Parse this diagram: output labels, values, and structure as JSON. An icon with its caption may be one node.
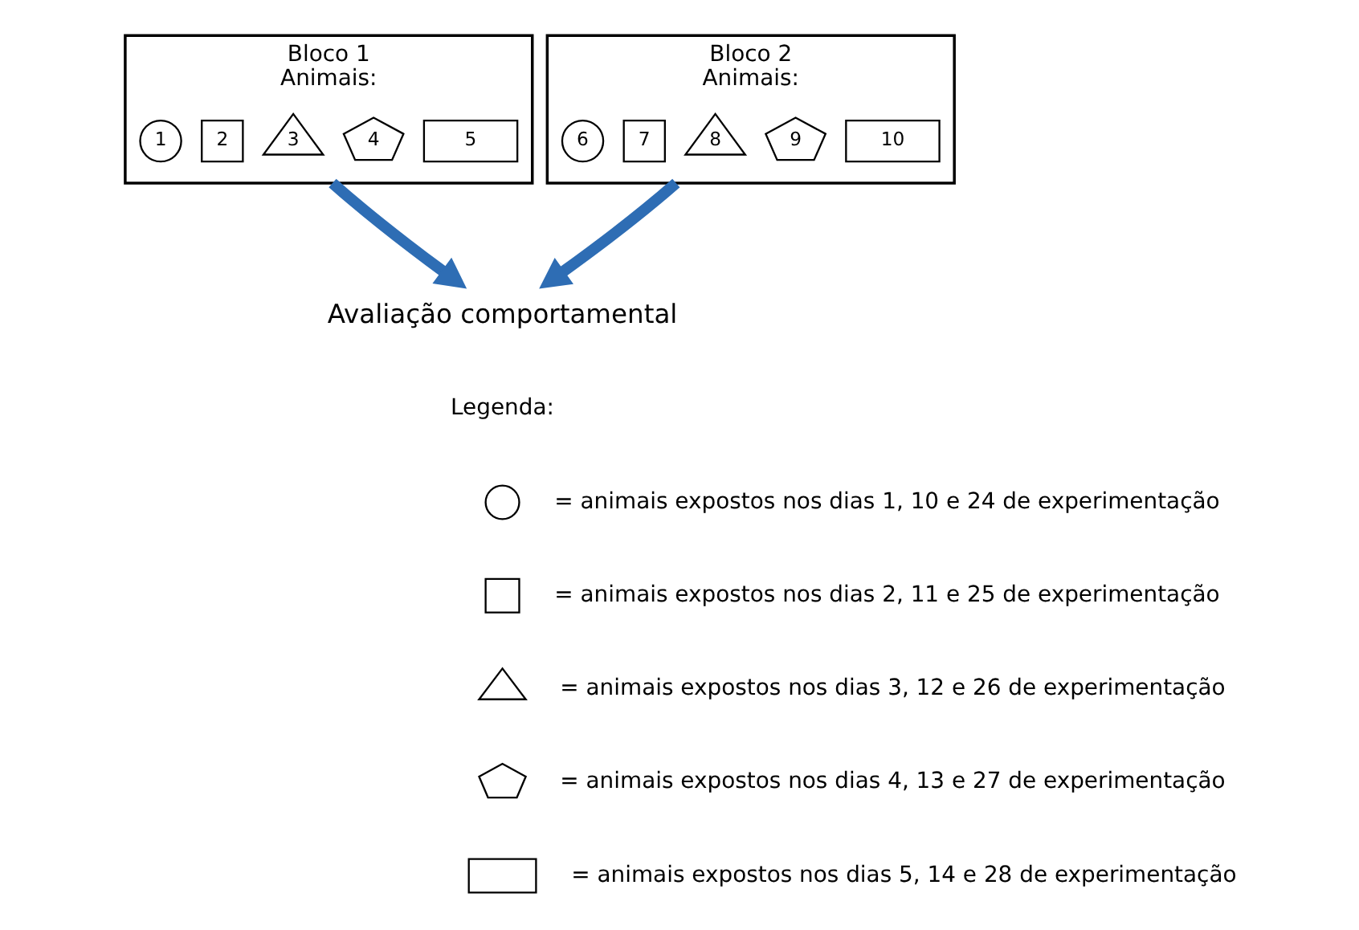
{
  "diagram": {
    "nodes": [
      {
        "text": [
          "Bloco 1",
          "Animais:"
        ]
      },
      {
        "text": [
          "1"
        ],
        "in": 0
      },
      {
        "text": [
          "2"
        ],
        "in": 0
      },
      {
        "text": [
          "3"
        ],
        "in": 0
      },
      {
        "text": [
          "4"
        ],
        "in": 0
      },
      {
        "text": [
          "5"
        ],
        "in": 0
      },
      {
        "text": [
          "Bloco 2",
          "Animais:"
        ]
      },
      {
        "text": [
          "6"
        ],
        "in": 6
      },
      {
        "text": [
          "7"
        ],
        "in": 6
      },
      {
        "text": [
          "8"
        ],
        "in": 6
      },
      {
        "text": [
          "9"
        ],
        "in": 6
      },
      {
        "text": [
          "10"
        ],
        "in": 6
      },
      {
        "text": [
          "Avaliação comportamental"
        ]
      },
      {
        "text": [],
        "shape": "circle"
      },
      {
        "text": [],
        "shape": "box"
      },
      {
        "text": [],
        "shape": "triangle"
      },
      {
        "text": [],
        "shape": "pentagon"
      },
      {
        "text": [],
        "shape": "box"
      }
    ],
    "edges": [
      {
        "from": 0,
        "to": 12,
        "arrow": "to",
        "color": "#2e6db4"
      },
      {
        "from": 6,
        "to": 12,
        "arrow": "to",
        "color": "#2e6db4"
      }
    ],
    "labels": [
      "Legenda:"
    ],
    "legend": [
      {
        "text": "= animais expostos nos dias 1, 10 e 24 de experimentação"
      },
      {
        "text": "= animais expostos nos dias 2, 11 e 25 de experimentação"
      },
      {
        "text": "= animais expostos nos dias 3, 12 e 26 de experimentação"
      },
      {
        "text": "= animais expostos nos dias 4, 13 e 27 de experimentação"
      },
      {
        "text": "= animais expostos nos dias 5, 14 e 28 de experimentação"
      }
    ]
  }
}
